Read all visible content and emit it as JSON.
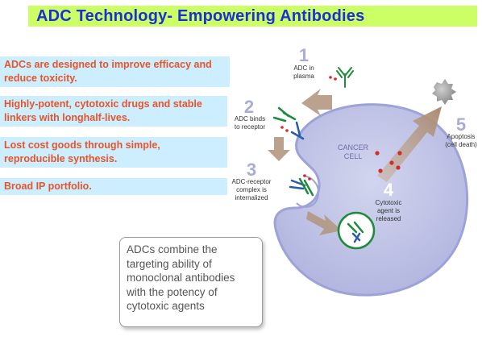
{
  "title": "ADC Technology- Empowering Antibodies",
  "bullets": [
    "ADCs are designed to improve efficacy and reduce toxicity.",
    "Highly-potent, cytotoxic drugs and stable linkers with longhalf-lives.",
    "Lost cost goods through simple, reproducible synthesis.",
    "Broad IP portfolio."
  ],
  "callout": "ADCs combine the targeting ability of monoclonal antibodies with the potency of cytotoxic agents",
  "diagram": {
    "cell_label_1": "CANCER",
    "cell_label_2": "CELL",
    "steps": [
      {
        "num": "1",
        "l1": "ADC in",
        "l2": "plasma",
        "l3": ""
      },
      {
        "num": "2",
        "l1": "ADC binds",
        "l2": "to receptor",
        "l3": ""
      },
      {
        "num": "3",
        "l1": "ADC-receptor",
        "l2": "complex is",
        "l3": "internalized"
      },
      {
        "num": "4",
        "l1": "Cytotoxic",
        "l2": "agent is",
        "l3": "released"
      },
      {
        "num": "5",
        "l1": "Apoptosis",
        "l2": "(cell death)",
        "l3": ""
      }
    ]
  },
  "colors": {
    "title": "#1a2fd8",
    "title_bg": "#ccff66",
    "bullet_text": "#e8542a",
    "bullet_bg": "#cceeff",
    "cell_fill": "#c4c7e6",
    "cell_stroke": "#9da3d6",
    "step_number": "#a9add6",
    "arrow": "#b39883",
    "antibody_green": "#1e8a3c",
    "antibody_blue": "#2a5aa8",
    "drug_red": "#d42a2a"
  }
}
